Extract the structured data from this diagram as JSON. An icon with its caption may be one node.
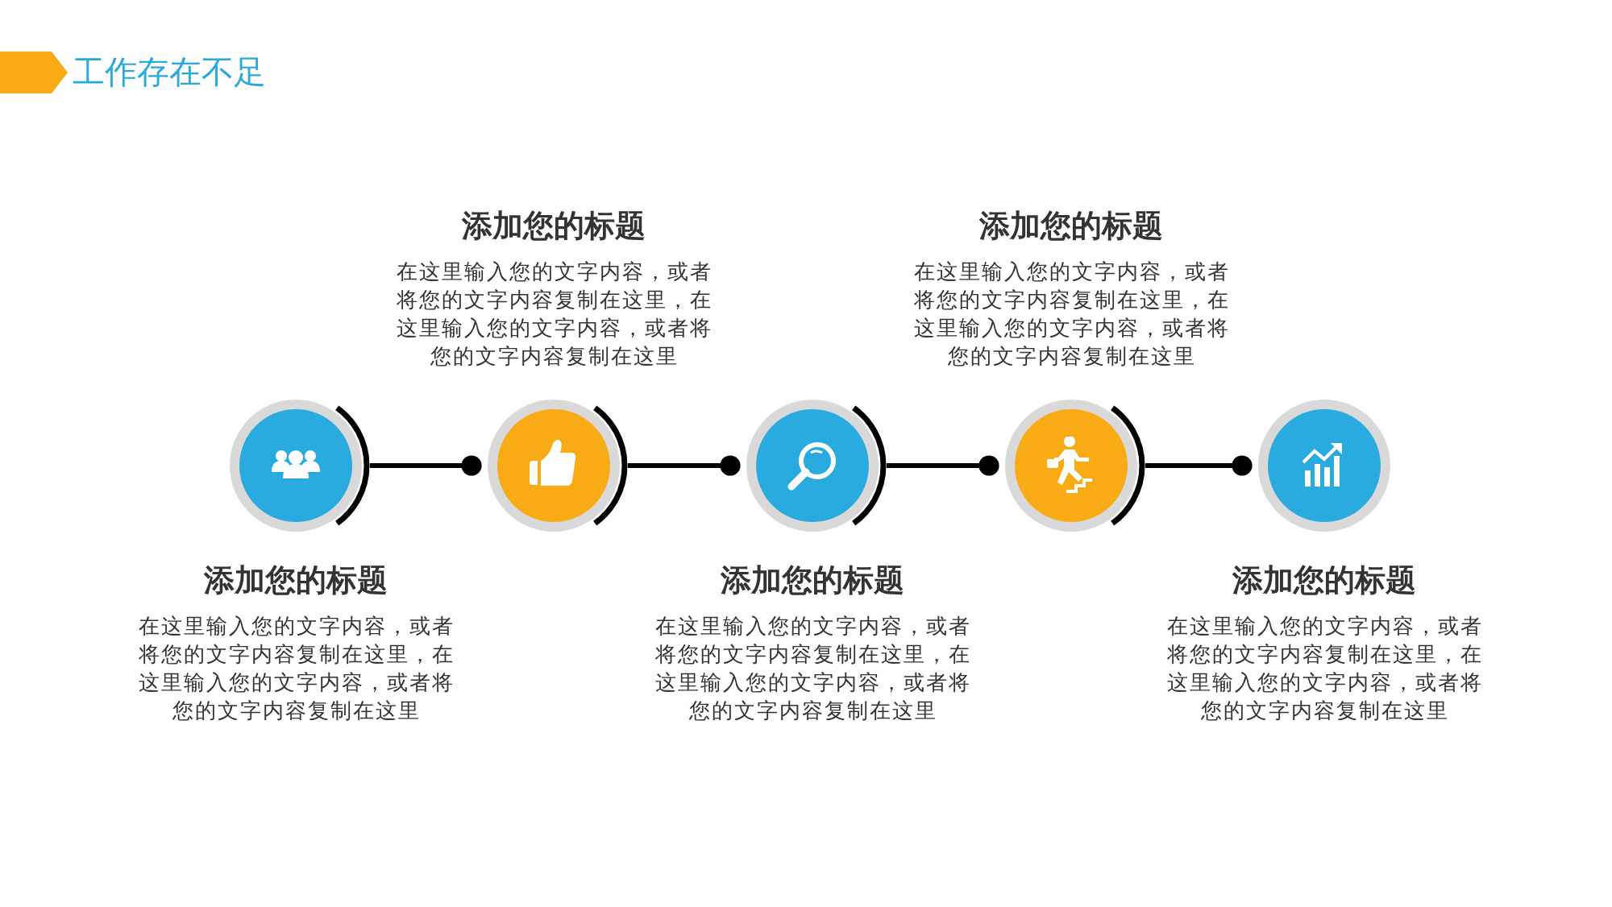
{
  "diagram": {
    "title": "工作存在不足",
    "nodes": [
      {
        "text": [],
        "shape": "circle",
        "beside": [
          "添加您的标题",
          "在这里输入您的文字内容，或者将您的文字内容复制在这里，在这里输入您的文字内容，或者将您的文字内容复制在这里"
        ]
      },
      {
        "text": [],
        "shape": "circle",
        "beside": [
          "添加您的标题",
          "在这里输入您的文字内容，或者将您的文字内容复制在这里，在这里输入您的文字内容，或者将您的文字内容复制在这里"
        ]
      },
      {
        "text": [],
        "shape": "circle",
        "beside": [
          "添加您的标题",
          "在这里输入您的文字内容，或者将您的文字内容复制在这里，在这里输入您的文字内容，或者将您的文字内容复制在这里"
        ]
      },
      {
        "text": [],
        "shape": "circle",
        "beside": [
          "添加您的标题",
          "在这里输入您的文字内容，或者将您的文字内容复制在这里，在这里输入您的文字内容，或者将您的文字内容复制在这里"
        ]
      },
      {
        "text": [],
        "shape": "circle",
        "beside": [
          "添加您的标题",
          "在这里输入您的文字内容，或者将您的文字内容复制在这里，在这里输入您的文字内容，或者将您的文字内容复制在这里"
        ]
      }
    ],
    "edges": [
      {
        "from": 0,
        "to": 1,
        "arrow": "other"
      },
      {
        "from": 1,
        "to": 2,
        "arrow": "other"
      },
      {
        "from": 2,
        "to": 3,
        "arrow": "other"
      },
      {
        "from": 3,
        "to": 4,
        "arrow": "other"
      }
    ]
  }
}
